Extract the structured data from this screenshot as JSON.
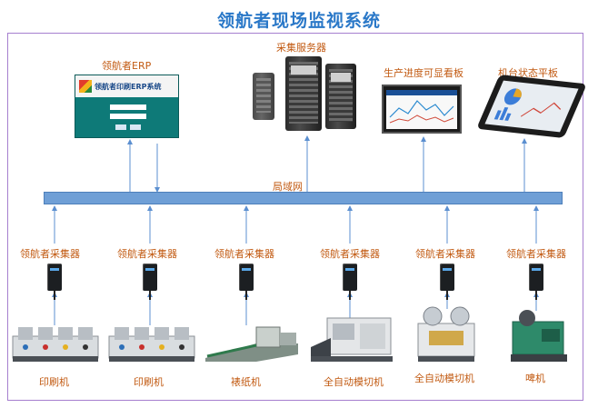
{
  "title": "领航者现场监视系统",
  "top_nodes": {
    "erp": {
      "label": "领航者ERP",
      "screen_title": "领航者印刷ERP系统"
    },
    "server": {
      "label": "采集服务器"
    },
    "board": {
      "label": "生产进度可显看板"
    },
    "tablet": {
      "label": "机台状态平板"
    }
  },
  "network": {
    "label": "局域网"
  },
  "collectors": [
    {
      "label": "领航者采集器"
    },
    {
      "label": "领航者采集器"
    },
    {
      "label": "领航者采集器"
    },
    {
      "label": "领航者采集器"
    },
    {
      "label": "领航者采集器"
    },
    {
      "label": "领航者采集器"
    }
  ],
  "machines": [
    {
      "label": "印刷机",
      "icon": "printing-press-icon"
    },
    {
      "label": "印刷机",
      "icon": "printing-press-icon"
    },
    {
      "label": "裱纸机",
      "icon": "laminating-machine-icon"
    },
    {
      "label": "全自动模切机",
      "icon": "die-cutting-machine-icon"
    },
    {
      "label": "全自动模切机",
      "icon": "die-cutting-machine-icon"
    },
    {
      "label": "啤机",
      "icon": "die-press-icon"
    }
  ],
  "colors": {
    "title": "#2a78c8",
    "label": "#c25a12",
    "bus": "#6f9fd6",
    "frame": "#a67fcf",
    "wire": "#5b8fd0"
  }
}
